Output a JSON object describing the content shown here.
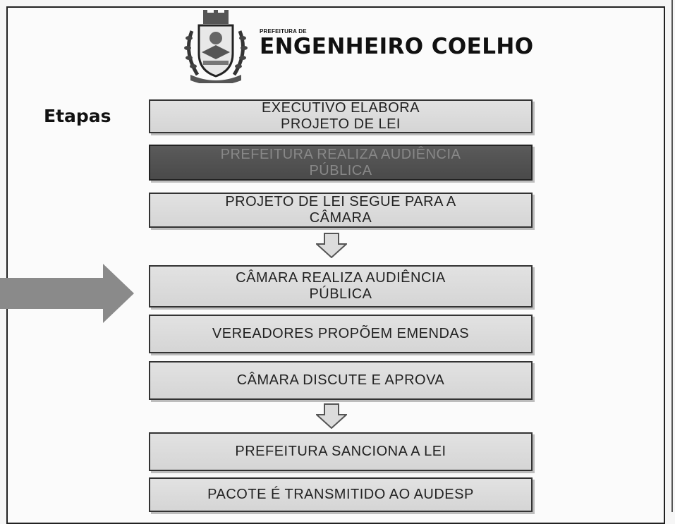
{
  "header": {
    "prefix": "PREFEITURA DE",
    "title": "ENGENHEIRO COELHO"
  },
  "side_label": "Etapas",
  "steps": [
    {
      "line1": "EXECUTIVO ELABORA",
      "line2": "PROJETO DE LEI"
    },
    {
      "line1": "PREFEITURA REALIZA AUDIÊNCIA",
      "line2": "PÚBLICA"
    },
    {
      "line1": "PROJETO DE LEI SEGUE PARA A",
      "line2": "CÂMARA"
    },
    {
      "line1": "CÂMARA REALIZA AUDIÊNCIA",
      "line2": "PÚBLICA"
    },
    {
      "line1": "VEREADORES PROPÕEM EMENDAS",
      "line2": ""
    },
    {
      "line1": "CÂMARA DISCUTE E APROVA",
      "line2": ""
    },
    {
      "line1": "PREFEITURA SANCIONA A LEI",
      "line2": ""
    },
    {
      "line1": "PACOTE É TRANSMITIDO AO AUDESP",
      "line2": ""
    }
  ],
  "icons": {
    "logo": "municipal-coat-of-arms",
    "pointer": "right-arrow-icon",
    "flow": "down-arrow-icon"
  },
  "colors": {
    "box": "#d9d9d9",
    "box_dark": "#4f4f4f",
    "arrow": "#8a8a8a"
  }
}
